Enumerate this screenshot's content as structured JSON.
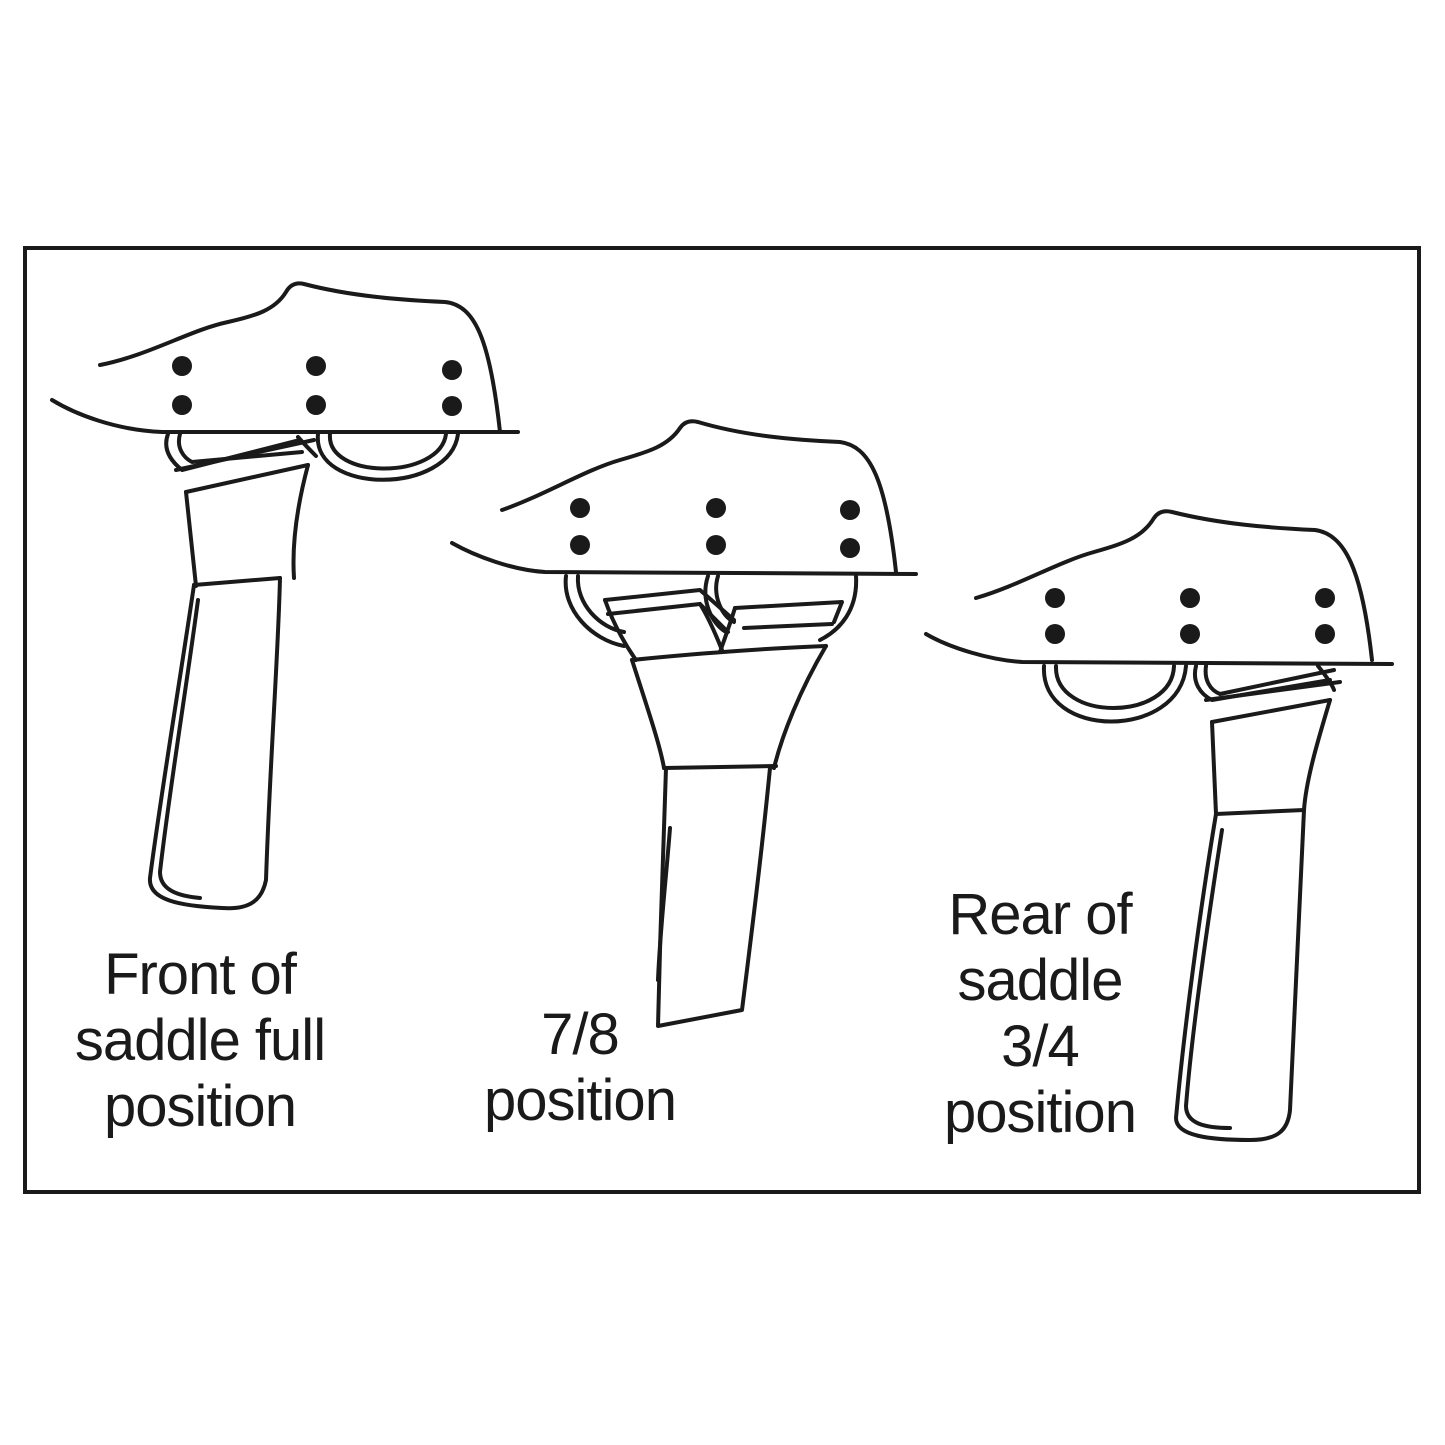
{
  "captions": {
    "front": [
      "Front of",
      "saddle full",
      "position"
    ],
    "seven_eighths": [
      "7/8",
      "position"
    ],
    "rear": [
      "Rear of",
      "saddle",
      "3/4",
      "position"
    ]
  }
}
